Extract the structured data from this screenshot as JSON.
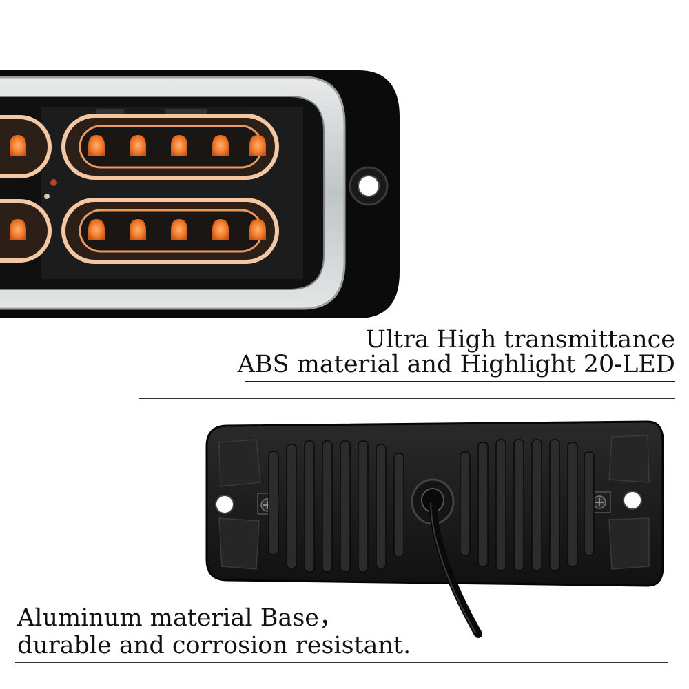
{
  "captions": {
    "top_line_1": "Ultra High transmittance",
    "top_line_2": "ABS material and Highlight 20-LED",
    "bottom_line_1": "Aluminum material Base，",
    "bottom_line_2": "durable and corrosion resistant."
  },
  "colors": {
    "background": "#ffffff",
    "housing": "#0b0b0b",
    "led_amber": "#f07a2a",
    "lens_clear": "#d9dcdc",
    "base_plate": "#1c1c1c"
  }
}
